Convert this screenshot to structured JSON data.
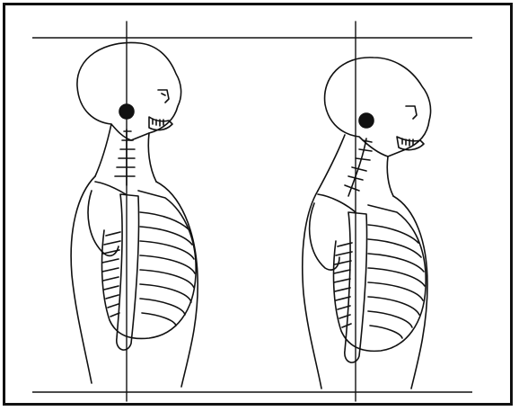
{
  "figure": {
    "panels": [
      {
        "id": "left",
        "label": "posture-aligned"
      },
      {
        "id": "right",
        "label": "forward-head-posture"
      }
    ]
  }
}
